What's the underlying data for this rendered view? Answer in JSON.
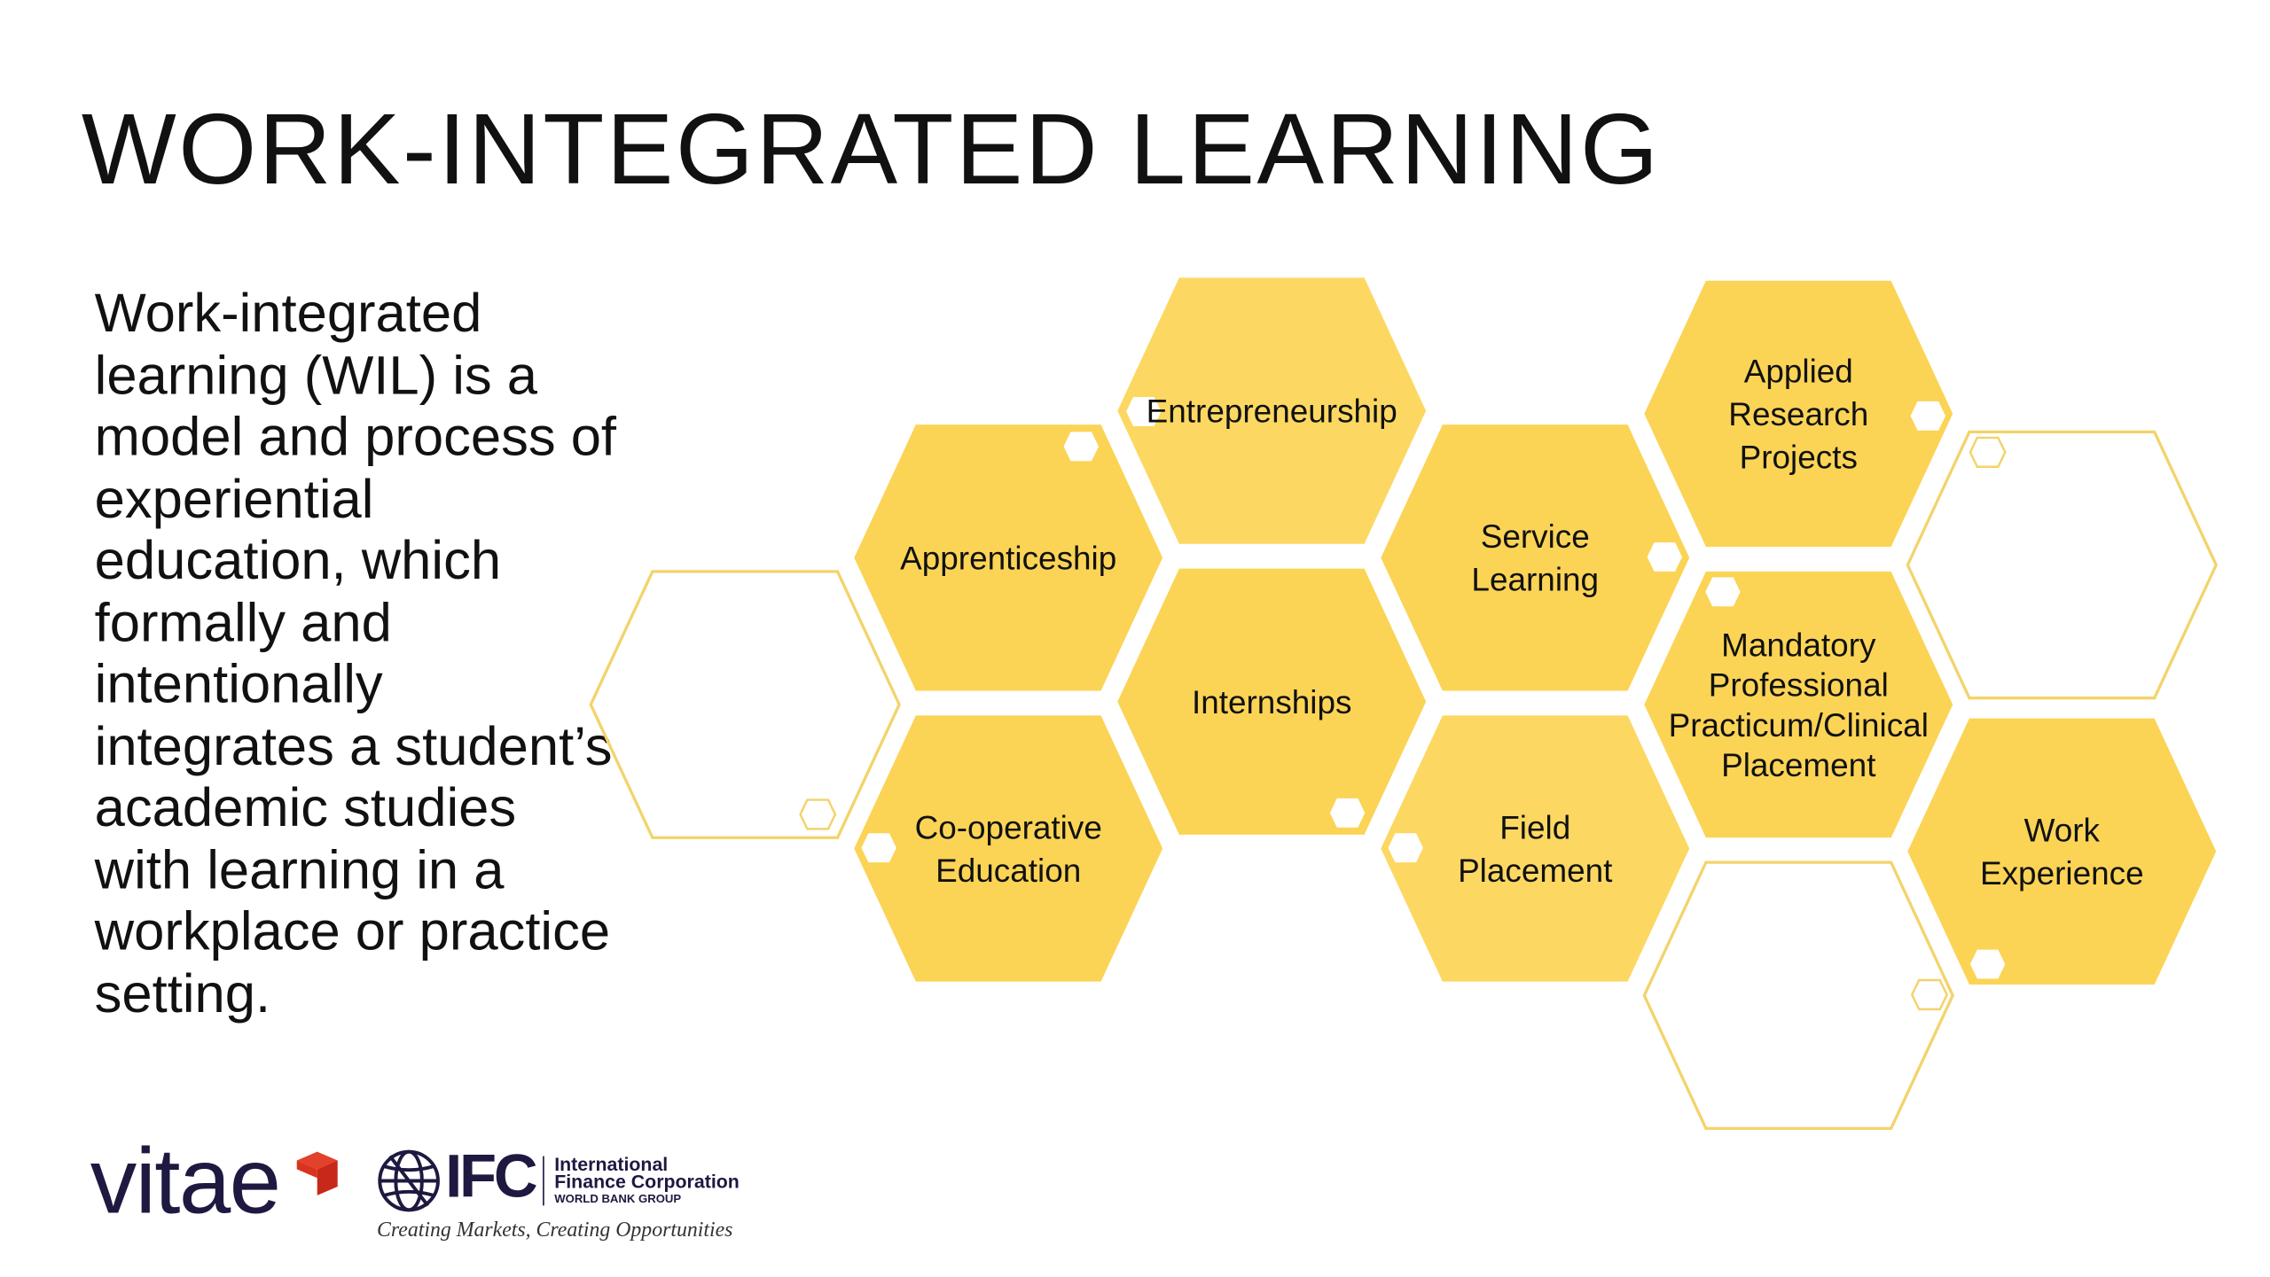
{
  "title": "WORK-INTEGRATED LEARNING",
  "description": "Work-integrated learning (WIL) is a model and process of experiential education, which formally and intentionally integrates a student’s academic studies with learning in a workplace or practice setting.",
  "hexagons": [
    {
      "label": [
        "Apprenticeship"
      ]
    },
    {
      "label": [
        "Co-operative",
        "Education"
      ]
    },
    {
      "label": [
        "Entrepreneurship"
      ]
    },
    {
      "label": [
        "Internships"
      ]
    },
    {
      "label": [
        "Service",
        "Learning"
      ]
    },
    {
      "label": [
        "Field",
        "Placement"
      ]
    },
    {
      "label": [
        "Applied",
        "Research",
        "Projects"
      ]
    },
    {
      "label": [
        "Mandatory",
        "Professional",
        "Practicum/Clinical",
        "Placement"
      ]
    },
    {
      "label": [
        "Work",
        "Experience"
      ]
    }
  ],
  "colors": {
    "hex_fill": "#FBD456",
    "hex_fill_light": "#FCD862",
    "hex_outline": "#F3D36A",
    "text": "#111111",
    "logo_navy": "#1D1940",
    "logo_red": "#D92E1C"
  },
  "logos": {
    "vitae": "vitae",
    "ifc": "IFC",
    "ifc_line1": "International",
    "ifc_line2": "Finance Corporation",
    "ifc_line3": "WORLD BANK GROUP",
    "ifc_tagline": "Creating Markets, Creating Opportunities"
  }
}
